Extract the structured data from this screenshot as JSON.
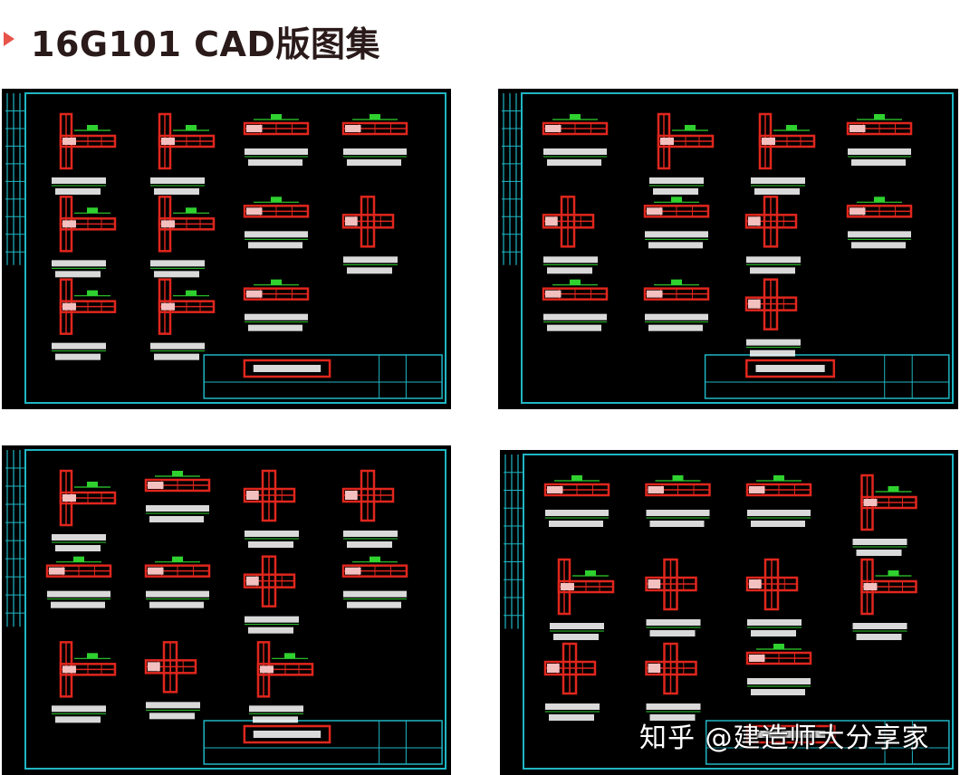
{
  "header": {
    "title": "16G101 CAD版图集",
    "marker_color": "#e8534a"
  },
  "panels": [
    {
      "id": "sheet-1"
    },
    {
      "id": "sheet-2"
    },
    {
      "id": "sheet-3"
    },
    {
      "id": "sheet-4"
    }
  ],
  "colors": {
    "background": "#000000",
    "frame": "#1fb6c4",
    "rebar": "#e0261d",
    "dimension": "#2fd12f",
    "annotation": "#ffffff"
  },
  "watermark": "知乎 @建造师大分享家"
}
